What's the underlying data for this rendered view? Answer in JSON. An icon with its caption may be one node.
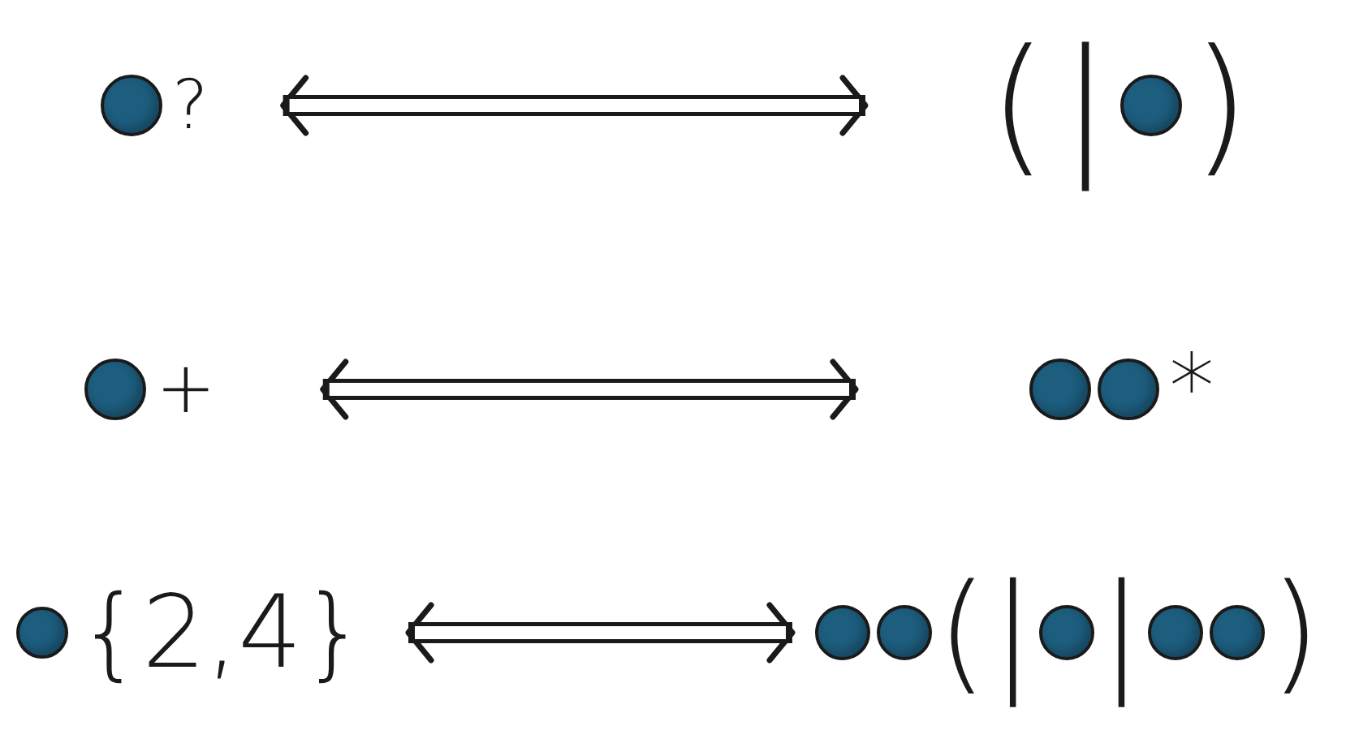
{
  "diagram": {
    "nodes": [
      {
        "text": [
          "?"
        ]
      },
      {
        "text": [],
        "shape": "circle",
        "in": 0
      },
      {
        "text": [
          "(",
          "|",
          ")"
        ]
      },
      {
        "text": [],
        "shape": "circle",
        "in": 2
      },
      {
        "text": [
          "+"
        ]
      },
      {
        "text": [],
        "shape": "circle",
        "in": 4
      },
      {
        "text": [
          "*"
        ]
      },
      {
        "text": [],
        "shape": "circle",
        "in": 6
      },
      {
        "text": [],
        "shape": "circle",
        "in": 6
      },
      {
        "text": [
          "{2,4}"
        ]
      },
      {
        "text": [],
        "shape": "circle",
        "in": 9
      },
      {
        "text": [
          "(",
          "|",
          "|",
          ")"
        ]
      },
      {
        "text": [],
        "shape": "circle",
        "in": 11
      },
      {
        "text": [],
        "shape": "circle",
        "in": 11
      },
      {
        "text": [],
        "shape": "circle",
        "in": 11
      },
      {
        "text": [],
        "shape": "circle",
        "in": 11
      },
      {
        "text": [],
        "shape": "circle",
        "in": 11
      }
    ],
    "edges": [
      {
        "from": 0,
        "to": 2,
        "arrow": "both"
      },
      {
        "from": 4,
        "to": 6,
        "arrow": "both"
      },
      {
        "from": 9,
        "to": 11,
        "arrow": "both"
      }
    ]
  }
}
